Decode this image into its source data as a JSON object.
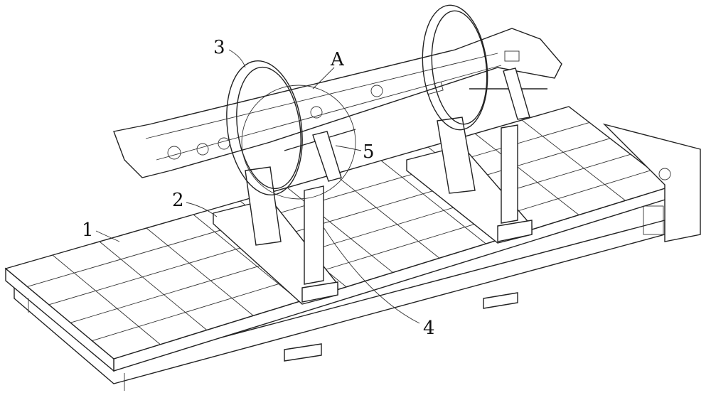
{
  "labels": {
    "part1": "1",
    "part2": "2",
    "part3": "3",
    "part4": "4",
    "part5": "5",
    "detailA": "A"
  },
  "colors": {
    "line": "#222222",
    "background": "#ffffff"
  }
}
